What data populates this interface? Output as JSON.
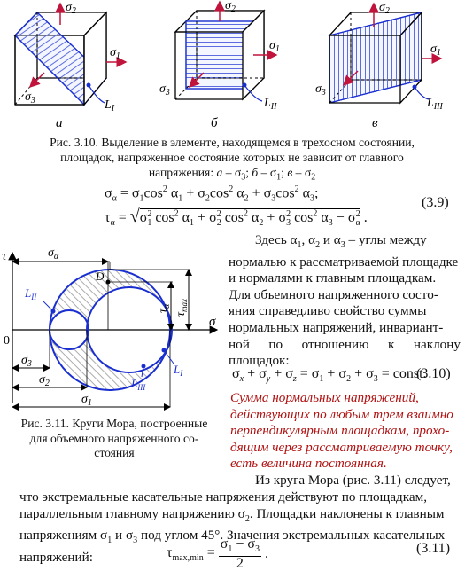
{
  "fig310": {
    "panels": [
      {
        "label": "а",
        "area_label": "L",
        "area_sub": "I"
      },
      {
        "label": "б",
        "area_label": "L",
        "area_sub": "II"
      },
      {
        "label": "в",
        "area_label": "L",
        "area_sub": "III"
      }
    ],
    "sigma1": "σ",
    "sigma1_sub": "1",
    "sigma2": "σ",
    "sigma2_sub": "2",
    "sigma3": "σ",
    "sigma3_sub": "3",
    "caption_line1": "Рис. 3.10. Выделение в элементе, находящемся в трехосном состоянии,",
    "caption_line2": "площадок, напряженное состояние которых не зависит от главного",
    "caption_line3_a": "напряжения: ",
    "caption_line3_b": "а",
    "caption_line3_c": " – σ",
    "caption_line3_d": "3",
    "caption_line3_e": "; ",
    "caption_line3_f": "б",
    "caption_line3_g": " – σ",
    "caption_line3_h": "1",
    "caption_line3_i": "; ",
    "caption_line3_j": "в",
    "caption_line3_k": " – σ",
    "caption_line3_l": "2"
  },
  "eq39": {
    "number": "(3.9)"
  },
  "fig311": {
    "tau": "τ",
    "sigma": "σ",
    "zero": "0",
    "D": "D",
    "sigma_alpha": "σ",
    "sigma_alpha_sub": "α",
    "tau_alpha": "τ",
    "tau_alpha_sub": "α",
    "tau_max": "τ",
    "tau_max_sub": "max",
    "L2": "L",
    "L2_sub": "II",
    "L1": "L",
    "L1_sub": "I",
    "L3": "L",
    "L3_sub": "III",
    "s1": "σ",
    "s1_sub": "1",
    "s2": "σ",
    "s2_sub": "2",
    "s3": "σ",
    "s3_sub": "3",
    "caption_line1": "Рис. 3.11. Круги Мора, построенные",
    "caption_line2": "для объемного напряженного со-",
    "caption_line3": "стояния"
  },
  "text": {
    "p1_l1": "Здесь α",
    "p1_l2": "нормалью к рассматриваемой площадке",
    "p1_l3": "и нормалями к главным площадкам.",
    "p1_l4": "Для объемного напряженного состо-",
    "p1_l5": "яния справедливо свойство суммы",
    "p1_l6": "нормальных напряжений, инвариант-",
    "p1_l7": "ной по отношению к наклону площадок:",
    "eq310_number": "(3.10)",
    "red_l1": "Сумма нормальных напряжений,",
    "red_l2": "действующих по любым трем взаимно",
    "red_l3": "перпендикулярным площадкам, прохо-",
    "red_l4": "дящим через рассматриваемую точку,",
    "red_l5": "есть величина постоянная.",
    "p2_l1": "Из круга Мора (рис. 3.11) следует,",
    "p2_l2": "что экстремальные касательные напряжения действуют по площадкам,",
    "p2_l3": "параллельным главному напряжению σ",
    "p2_l4": "напряжениям σ",
    "p2_l5": "напряжений:",
    "eq311_number": "(3.11)"
  }
}
